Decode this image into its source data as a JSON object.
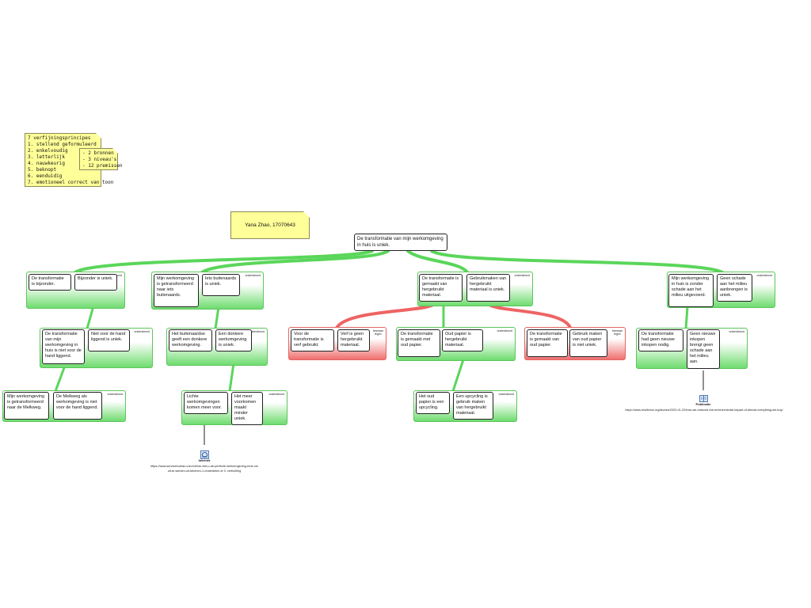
{
  "notes": {
    "principles": "7 verfijningsprincipes\n1. stellend geformuleerd\n2. enkelvoudig\n3. letterlijk\n4. nauwkeurig\n5. beknopt\n6. eenduidig\n7. emotioneel correct van toon",
    "counts": "- 2 bronnen\n- 3 niveau's\n- 12 premissen",
    "author": "Yana Zhao, 17070643"
  },
  "contention": "De transformatie van mijn werkomgeving in huis is uniek.",
  "tags": {
    "support": "ondersteund",
    "objection": "bezwaar\ntegen"
  },
  "args": {
    "a1": {
      "p1": "De transformatie is bijzonder.",
      "p2": "Bijzonder is uniek."
    },
    "a1a": {
      "p1": "De transformatie van mijn werkomgeving in huis is niet voor de hand liggend.",
      "p2": "Niet voor de hand liggend is uniek."
    },
    "a1a1": {
      "p1": "Mijn werkomgeving is getransformeerd naar de Melkweg.",
      "p2": "De Melkweg als werkomgeving is niet voor de hand liggend."
    },
    "a2": {
      "p1": "Mijn werkomgeving is getransformeerd naar iets buitenaards.",
      "p2": "Iets buitenaards is uniek."
    },
    "a2a": {
      "p1": "Het buitenaardse geeft een donkere werkomgeving.",
      "p2": "Een donkere werkomgeving is uniek."
    },
    "a2a1": {
      "p1": "Lichte werkomgevingen komen meer voor.",
      "p2": "Het meer voorkomen maakt minder uniek."
    },
    "a3": {
      "p1": "De transformatie is gemaakt van hergebruikt materiaal.",
      "p2": "Gebruikmaken van hergebruikt materiaal is uniek."
    },
    "o1": {
      "p1": "Voor de transformatie is verf gebruikt.",
      "p2": "Verf is geen hergebruikt materiaal."
    },
    "a3a": {
      "p1": "De transformatie is gemaakt met oud papier.",
      "p2": "Oud papier is hergebruikt materiaal."
    },
    "a3a1": {
      "p1": "Het oud papier is een upcycling.",
      "p2": "Een upcycling is gebruik maken van hergebruikt materiaal."
    },
    "o2": {
      "p1": "De transformatie is gemaakt van oud papier.",
      "p2": "Gebruik maken van oud papier is niet uniek."
    },
    "a4": {
      "p1": "Mijn werkomgeving in huis is zonder schade aan het milieu uitgevoerd.",
      "p2": "Geen schade aan het milieu aanbrengen is uniek."
    },
    "a4a": {
      "p1": "De transformatie had geen nieuwe inkopen nodig.",
      "p2": "Geen nieuwe inkopen brengt geen schade aan het milieu aan."
    }
  },
  "sources": {
    "internet": {
      "label": "Internet",
      "url": "https://www.servicebureau.com/nl/hoe-ziet-u-de-perfecte-werkomgeving-eruit-om\nuit-te-werken-uit-tekenen-1-onderdelen-ie 3. vertichting"
    },
    "publicatie": {
      "label": "Publicatie",
      "url": "https://www.resilience.org/stories/2020-01-22/how-we-reduced-the-environmental-impact-of-almost-everything-we-buy/"
    }
  },
  "colors": {
    "support": "#5ad65a",
    "objection": "#ee6464",
    "note": "#ffff99"
  }
}
